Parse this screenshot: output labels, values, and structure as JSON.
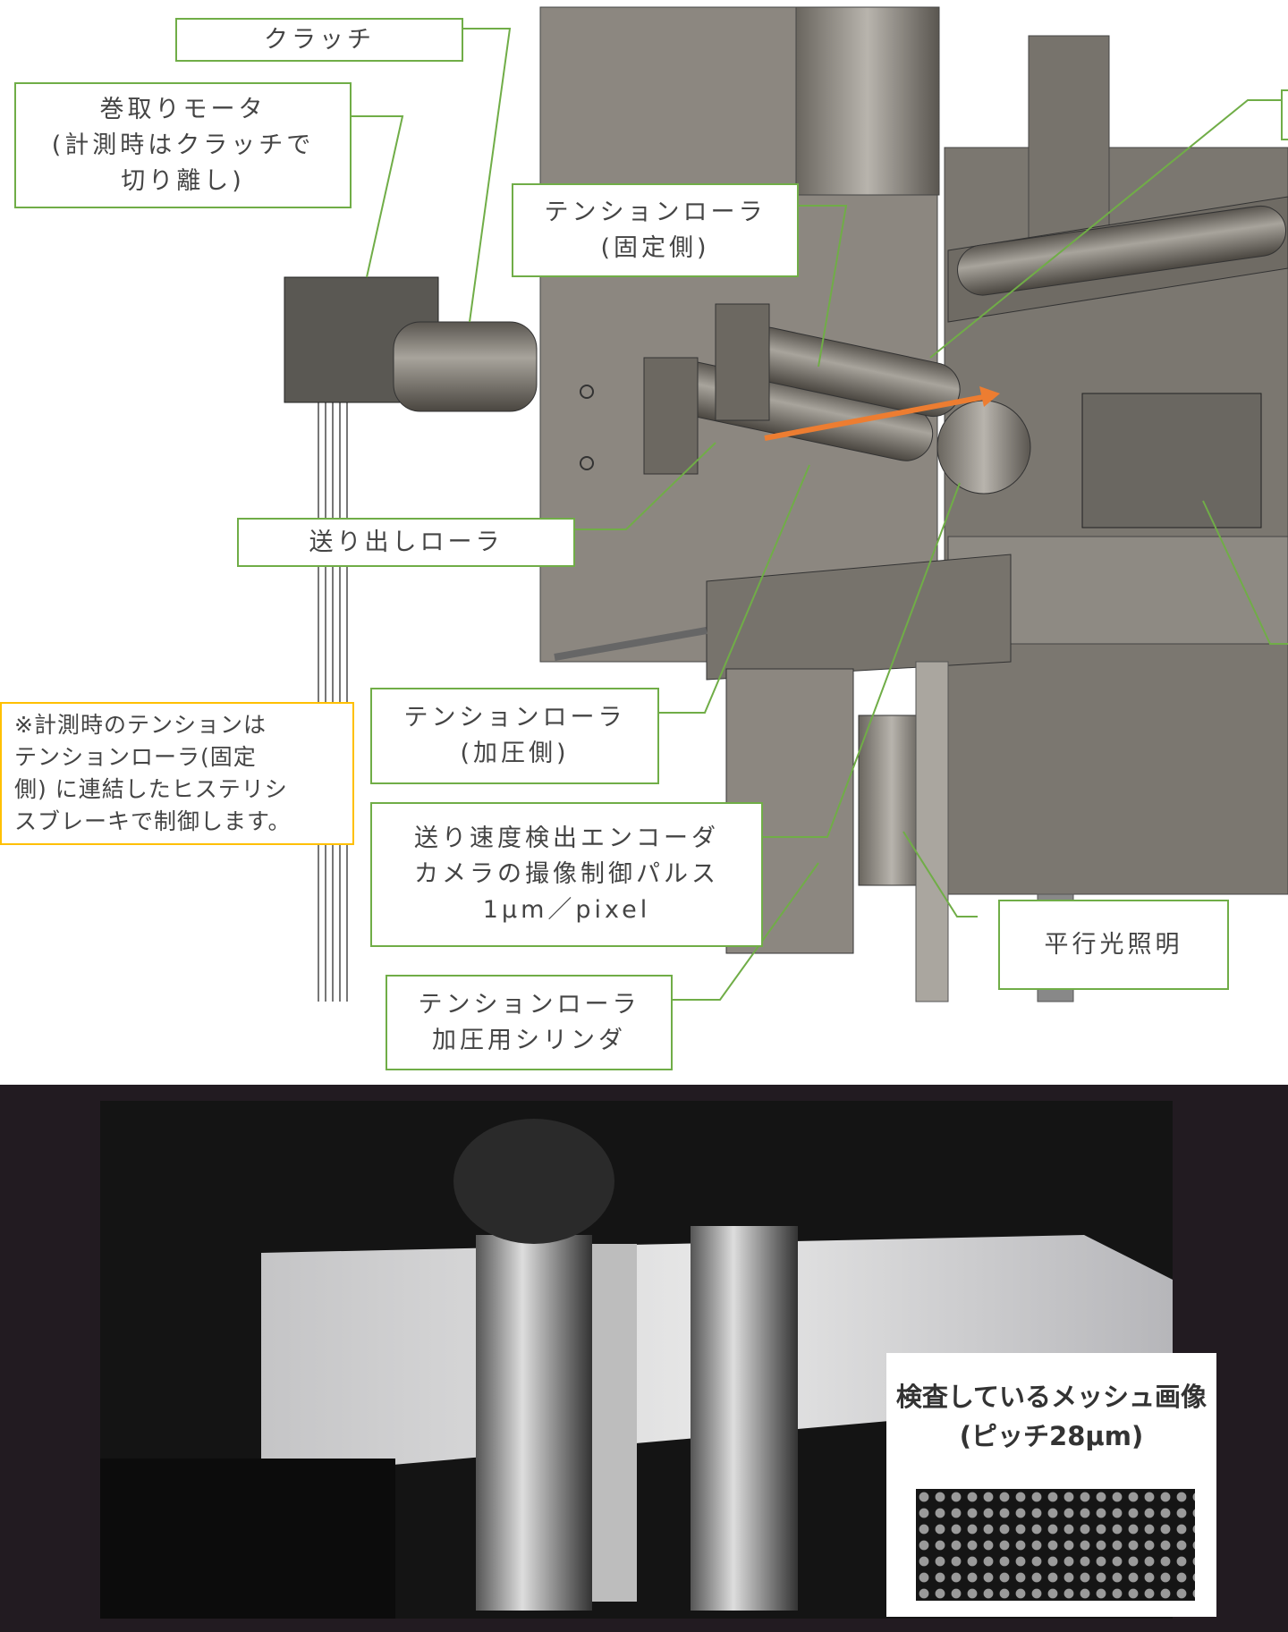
{
  "labels": {
    "clutch": "クラッチ",
    "winding_motor": [
      "巻取りモータ",
      "(計測時はクラッチで",
      "切り離し)"
    ],
    "tension_roller_fixed": [
      "テンションローラ",
      "(固定側)"
    ],
    "feed_roller": "送り出しローラ",
    "tension_note": [
      "※計測時のテンションは",
      "テンションローラ(固定",
      "側) に連結したヒステリシ",
      "スブレーキで制御します。"
    ],
    "tension_roller_press": [
      "テンションローラ",
      "(加圧側)"
    ],
    "encoder": [
      "送り速度検出エンコーダ",
      "カメラの撮像制御パルス",
      "1μm／pixel"
    ],
    "cylinder": [
      "テンションローラ",
      "加圧用シリンダ"
    ],
    "parallel_light": "平行光照明"
  },
  "mesh_panel": {
    "title": "検査しているメッシュ画像",
    "subtitle": "(ピッチ28μm)"
  },
  "colors": {
    "callout": "#70ad47",
    "note_border": "#ffc000",
    "arrow": "#ed7d31",
    "bottom_bg": "#221b21"
  }
}
